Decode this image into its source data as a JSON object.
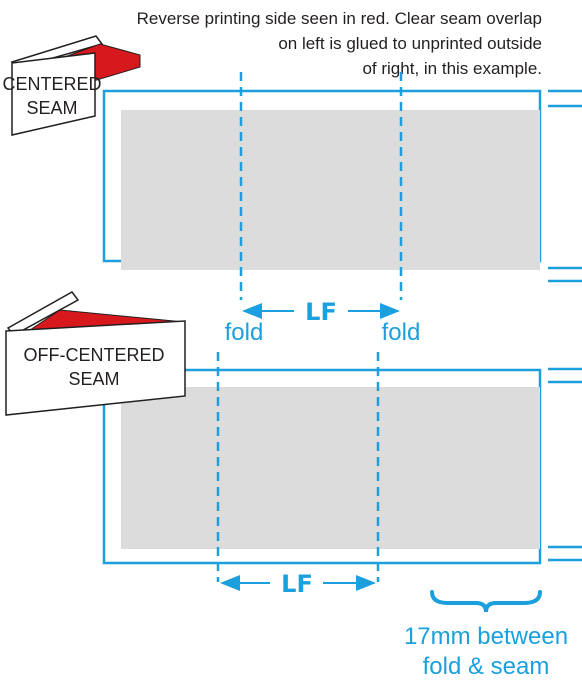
{
  "note": {
    "lines": [
      "Reverse printing side seen in red. Clear seam overlap",
      "on left is glued to unprinted outside",
      "of right, in this example."
    ]
  },
  "panels": {
    "centered": {
      "label_line1": "CENTERED",
      "label_line2": "SEAM"
    },
    "off_centered": {
      "label_line1": "OFF-CENTERED",
      "label_line2": "SEAM"
    }
  },
  "labels": {
    "fold_left": "fold",
    "fold_right": "fold",
    "lf_top": "LF",
    "lf_bottom": "LF"
  },
  "caption": {
    "line1": "17mm between",
    "line2": "fold & seam"
  },
  "colors": {
    "accent_blue": "#1ba0dd",
    "print_red": "#d7191d",
    "panel_gray": "#dcdcdc",
    "outline_black": "#231f20"
  },
  "icons": {
    "centered_seam": "centered-seam-tag-icon",
    "off_centered_seam": "off-centered-seam-tag-icon",
    "brace": "curly-brace-icon"
  }
}
